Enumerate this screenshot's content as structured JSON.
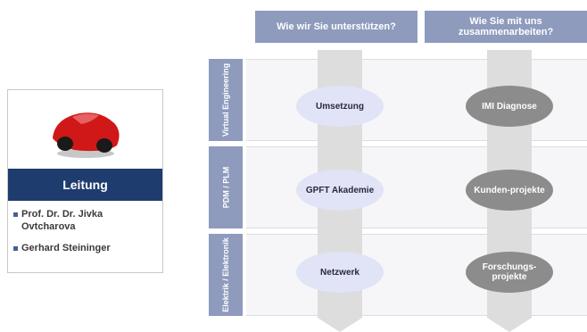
{
  "card": {
    "title": "Leitung",
    "people": [
      "Prof. Dr. Dr. Jivka Ovtcharova",
      "Gerhard Steininger"
    ]
  },
  "columns": [
    {
      "label": "Wie wir Sie unterstützen?"
    },
    {
      "label": "Wie Sie mit uns zusammenarbeiten?"
    }
  ],
  "rows": [
    {
      "label": "Virtual Engineering",
      "left": "Umsetzung",
      "right": "IMI Diagnose"
    },
    {
      "label": "PDM / PLM",
      "left": "GPFT Akademie",
      "right": "Kunden-projekte"
    },
    {
      "label": "Elektrik / Elektronik",
      "left": "Netzwerk",
      "right": "Forschungs-projekte"
    }
  ],
  "colors": {
    "header": "#8e9bbd",
    "card_title": "#1e3c6e",
    "light_ellipse": "#e1e3f7",
    "dark_ellipse": "#8c8c8c"
  }
}
